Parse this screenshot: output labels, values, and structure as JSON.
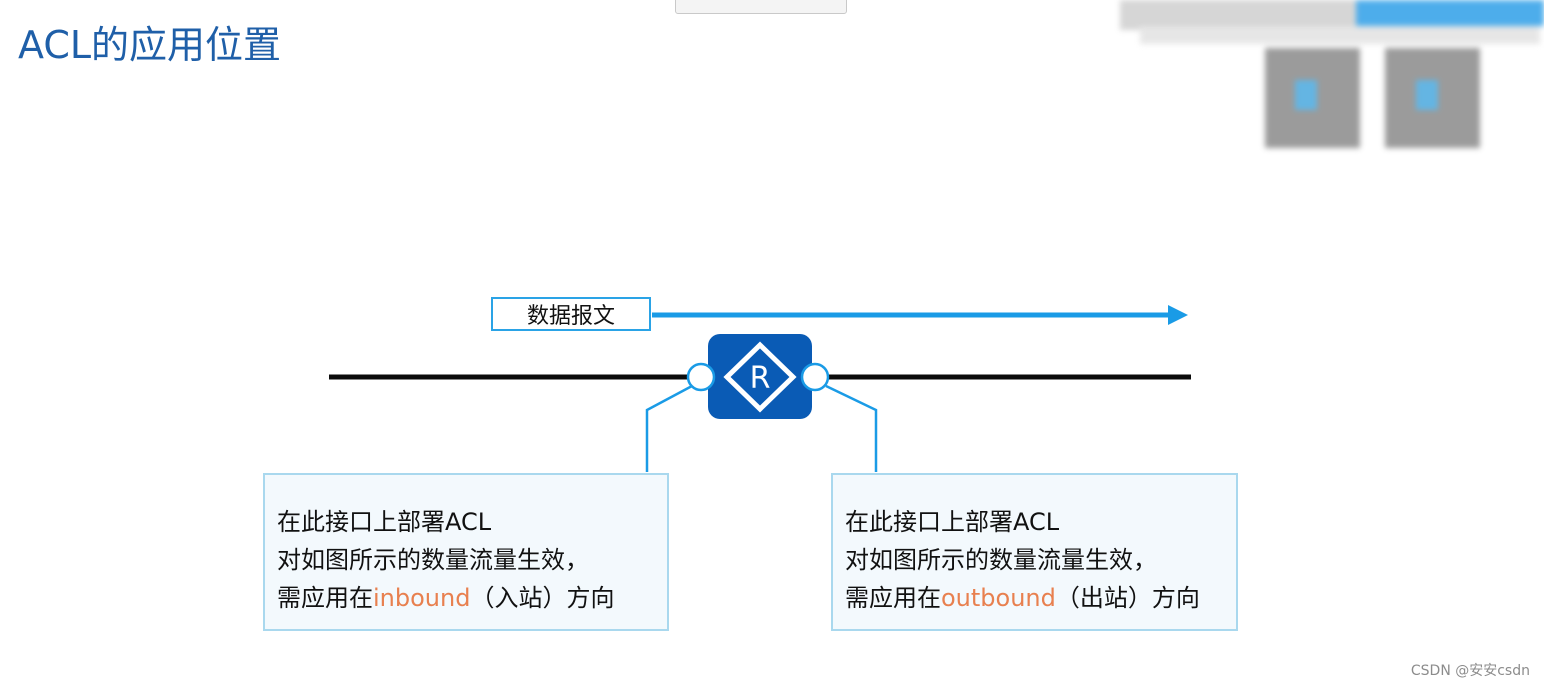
{
  "title": "ACL的应用位置",
  "packet_label": "数据报文",
  "router_label": "R",
  "left_note": {
    "line1": "在此接口上部署ACL",
    "line2": "对如图所示的数量流量生效，",
    "line3_prefix": "需应用在",
    "line3_highlight": "inbound",
    "line3_suffix": "（入站）方向"
  },
  "right_note": {
    "line1": "在此接口上部署ACL",
    "line2": "对如图所示的数量流量生效，",
    "line3_prefix": "需应用在",
    "line3_highlight": "outbound",
    "line3_suffix": "（出站）方向"
  },
  "watermark": "CSDN @安安csdn",
  "colors": {
    "title": "#1f5fa8",
    "arrow": "#1a9be6",
    "router": "#0a5bb5",
    "highlight": "#e8804f",
    "note_border": "#a9d8ee"
  }
}
